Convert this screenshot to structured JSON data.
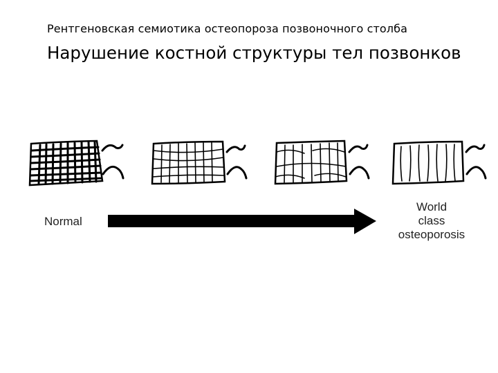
{
  "slide": {
    "subtitle": "Рентгеновская семиотика остеопороза позвоночного столба",
    "title": "Нарушение костной структуры тел позвонков"
  },
  "diagram": {
    "stages": [
      {
        "name": "stage-1"
      },
      {
        "name": "stage-2"
      },
      {
        "name": "stage-3"
      },
      {
        "name": "stage-4"
      }
    ],
    "start_label": "Normal",
    "end_label_lines": [
      "World",
      "class",
      "osteoporosis"
    ],
    "colors": {
      "ink": "#000000",
      "background": "#ffffff"
    }
  }
}
